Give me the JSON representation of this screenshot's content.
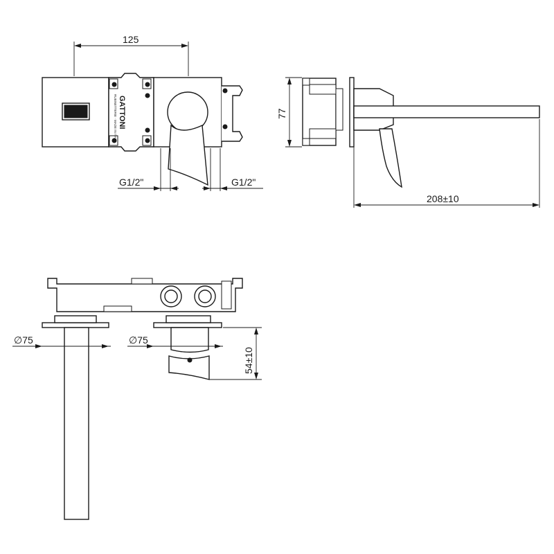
{
  "dimensions": {
    "front_width": "125",
    "inlet_left": "G1/2\"",
    "inlet_right": "G1/2\"",
    "side_height": "77",
    "spout_reach": "208±10",
    "plate_dia_left": "∅75",
    "plate_dia_right": "∅75",
    "lever_depth": "54±10"
  },
  "branding": {
    "logo": "GATTONI",
    "tagline": "RUBINETTERIE · MADE IN ITALY"
  },
  "views": [
    "front-view",
    "side-view",
    "top-view"
  ]
}
